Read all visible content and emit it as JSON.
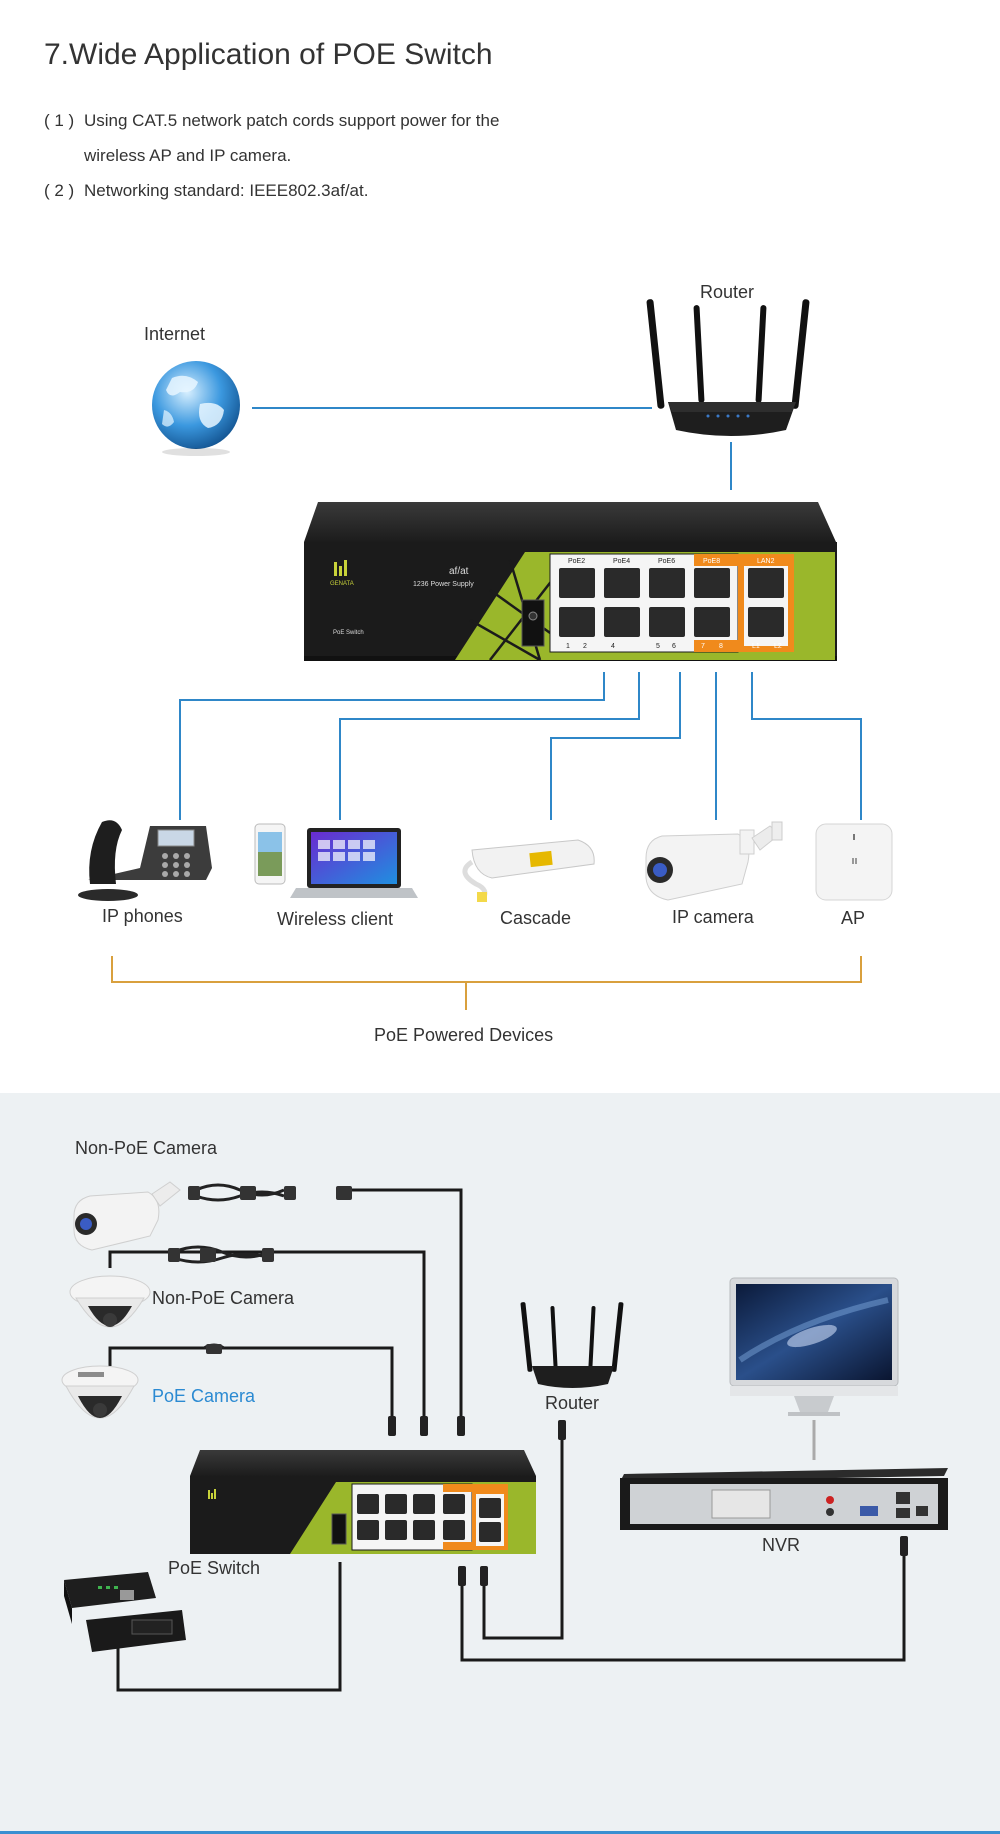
{
  "header": {
    "title": "7.Wide Application of POE Switch",
    "items": [
      {
        "num": "( 1 )",
        "text": "Using CAT.5 network patch cords support power for the",
        "cont": "wireless AP and IP camera."
      },
      {
        "num": "( 2 )",
        "text": "Networking standard: IEEE802.3af/at.",
        "cont": ""
      }
    ]
  },
  "diagram_top": {
    "internet_label": "Internet",
    "router_label": "Router",
    "switch": {
      "brand": "GENATA",
      "standard": "af/at",
      "power": "1236 Power Supply",
      "name": "PoE Switch",
      "port_top": [
        "PoE2",
        "PoE4",
        "PoE6",
        "PoE8",
        "LAN2"
      ],
      "port_bottom": [
        "1",
        "2",
        "4",
        "5",
        "6",
        "7",
        "8",
        "L1",
        "L2"
      ]
    },
    "devices": [
      {
        "label": "IP phones"
      },
      {
        "label": "Wireless client"
      },
      {
        "label": "Cascade"
      },
      {
        "label": "IP camera"
      },
      {
        "label": "AP"
      }
    ],
    "group_label": "PoE Powered Devices"
  },
  "diagram_bottom": {
    "non_poe_camera_1": "Non-PoE Camera",
    "non_poe_camera_2": "Non-PoE Camera",
    "poe_camera": "PoE Camera",
    "router_label": "Router",
    "switch_label": "PoE Switch",
    "nvr_label": "NVR"
  },
  "colors": {
    "blue_line": "#2f87c8",
    "orange_bracket": "#d9a03d",
    "black_line": "#1a1a1a",
    "accent_blue_text": "#2b8ad2",
    "switch_green": "#9ab72b",
    "switch_orange": "#f08a1c",
    "lower_background": "#edf1f3"
  }
}
